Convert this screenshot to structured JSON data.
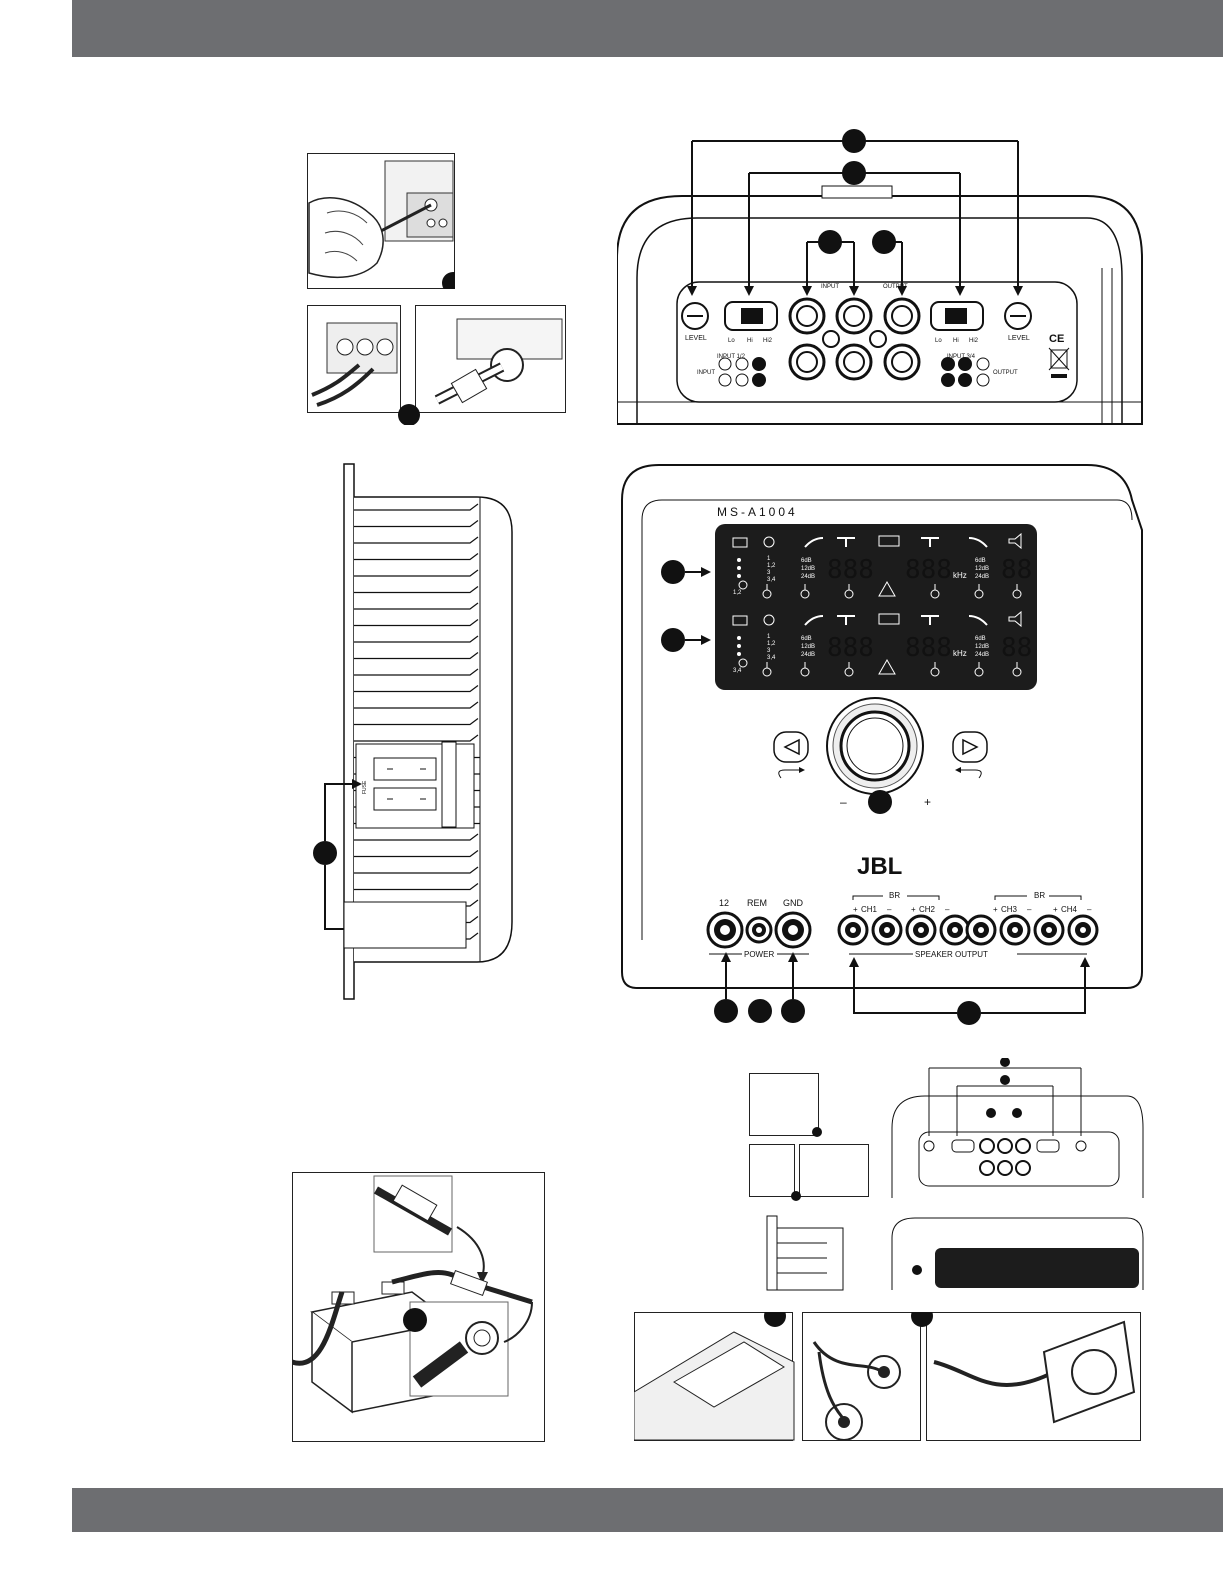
{
  "header_bar_color": "#6d6e71",
  "footer_bar_color": "#6d6e71",
  "input_panel": {
    "level_left": "LEVEL",
    "level_right": "LEVEL",
    "switch_lo": "Lo",
    "switch_hi": "Hi",
    "switch_hi2": "Hi2",
    "input_12": "INPUT 1/2",
    "input_34": "INPUT 3/4",
    "input_group": "INPUT",
    "output_group": "OUTPUT",
    "input_side": "INPUT",
    "output_side": "OUTPUT",
    "ce_mark": "CE"
  },
  "amp_panel": {
    "model": "MS-A1004",
    "brand": "JBL",
    "display_rows": [
      "1,2",
      "3,4"
    ],
    "channel_list": [
      "1",
      "1,2",
      "3",
      "3,4"
    ],
    "slopes": [
      "6dB",
      "12dB",
      "24dB"
    ],
    "digits_a": "888",
    "digits_b": "888",
    "digits_c": "88",
    "unit": "kHz",
    "minus": "–",
    "plus": "+",
    "power_12": "12",
    "power_rem": "REM",
    "power_gnd": "GND",
    "power_label": "POWER",
    "br": "BR",
    "ch1": "CH1",
    "ch2": "CH2",
    "ch3": "CH3",
    "ch4": "CH4",
    "speaker_output": "SPEAKER OUTPUT"
  },
  "side_view": {
    "fuse_label": "FUSE"
  }
}
